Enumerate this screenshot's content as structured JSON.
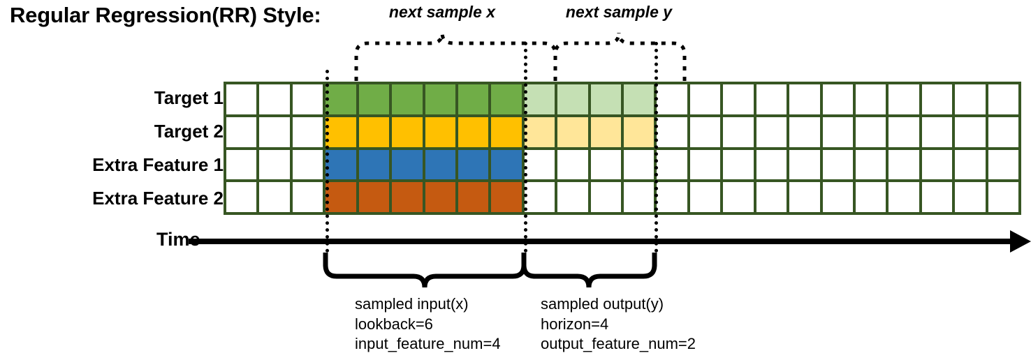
{
  "title": "Regular Regression(RR) Style:",
  "row_labels": [
    {
      "name": "target-1",
      "text": "Target 1"
    },
    {
      "name": "target-2",
      "text": "Target 2"
    },
    {
      "name": "extra-feature-1",
      "text": "Extra Feature 1"
    },
    {
      "name": "extra-feature-2",
      "text": "Extra Feature 2"
    }
  ],
  "time_axis": {
    "label": "Time"
  },
  "top_braces": [
    {
      "name": "next-sample-x",
      "label": "next sample x"
    },
    {
      "name": "next-sample-y",
      "label": "next sample y"
    }
  ],
  "bottom_braces": [
    {
      "name": "sampled-input",
      "line1": "sampled input(x)",
      "line2": "lookback=6",
      "line3": "input_feature_num=4"
    },
    {
      "name": "sampled-output",
      "line1": "sampled output(y)",
      "line2": "horizon=4",
      "line3": "output_feature_num=2"
    }
  ],
  "colors": {
    "grid_border": "#375623",
    "target1": "#70AD47",
    "target1_light": "#C5E0B4",
    "target2": "#FFC000",
    "target2_light": "#FFE699",
    "extra1": "#2E75B6",
    "extra2": "#C55A11",
    "empty": "#FFFFFF"
  },
  "grid": {
    "columns": 24,
    "rows": 4,
    "lead_empty": 3,
    "lookback": 6,
    "horizon": 4,
    "cells": [
      [
        "empty",
        "empty",
        "empty",
        "green",
        "green",
        "green",
        "green",
        "green",
        "green",
        "greenlight",
        "greenlight",
        "greenlight",
        "greenlight",
        "empty",
        "empty",
        "empty",
        "empty",
        "empty",
        "empty",
        "empty",
        "empty",
        "empty",
        "empty",
        "empty"
      ],
      [
        "empty",
        "empty",
        "empty",
        "amber",
        "amber",
        "amber",
        "amber",
        "amber",
        "amber",
        "amberlight",
        "amberlight",
        "amberlight",
        "amberlight",
        "empty",
        "empty",
        "empty",
        "empty",
        "empty",
        "empty",
        "empty",
        "empty",
        "empty",
        "empty",
        "empty"
      ],
      [
        "empty",
        "empty",
        "empty",
        "blue",
        "blue",
        "blue",
        "blue",
        "blue",
        "blue",
        "empty",
        "empty",
        "empty",
        "empty",
        "empty",
        "empty",
        "empty",
        "empty",
        "empty",
        "empty",
        "empty",
        "empty",
        "empty",
        "empty",
        "empty"
      ],
      [
        "empty",
        "empty",
        "empty",
        "orange",
        "orange",
        "orange",
        "orange",
        "orange",
        "orange",
        "empty",
        "empty",
        "empty",
        "empty",
        "empty",
        "empty",
        "empty",
        "empty",
        "empty",
        "empty",
        "empty",
        "empty",
        "empty",
        "empty",
        "empty"
      ]
    ]
  }
}
